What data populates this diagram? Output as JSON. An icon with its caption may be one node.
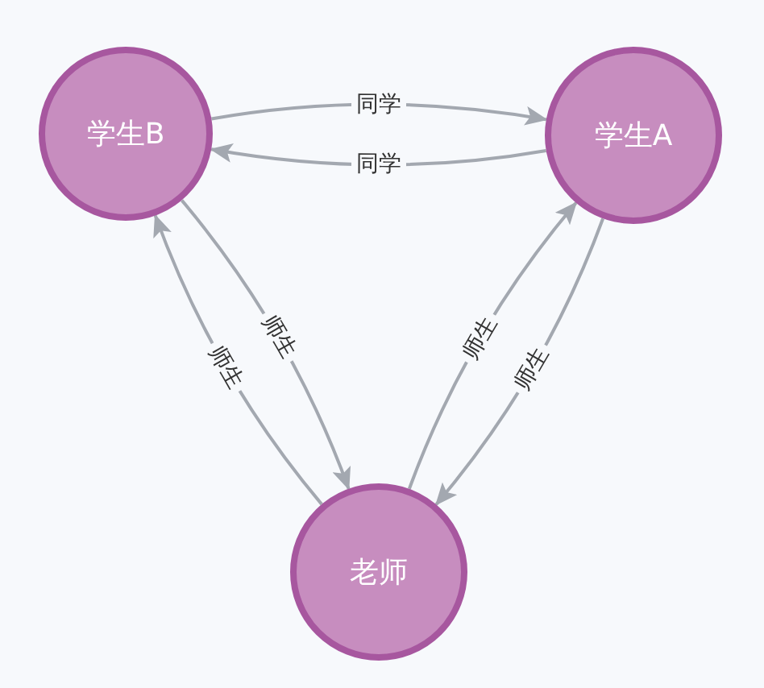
{
  "diagram": {
    "nodes": [
      {
        "text": [
          "学生B"
        ]
      },
      {
        "text": [
          "学生A"
        ]
      },
      {
        "text": [
          "老师"
        ]
      }
    ],
    "edges": [
      {
        "from": 0,
        "to": 1,
        "arrow": "to",
        "label": "同学"
      },
      {
        "from": 1,
        "to": 0,
        "arrow": "to",
        "label": "同学"
      },
      {
        "from": 0,
        "to": 2,
        "arrow": "to",
        "label": "师生"
      },
      {
        "from": 2,
        "to": 0,
        "arrow": "to",
        "label": "师生"
      },
      {
        "from": 2,
        "to": 1,
        "arrow": "to",
        "label": "师生"
      },
      {
        "from": 1,
        "to": 2,
        "arrow": "to",
        "label": "师生"
      }
    ]
  }
}
